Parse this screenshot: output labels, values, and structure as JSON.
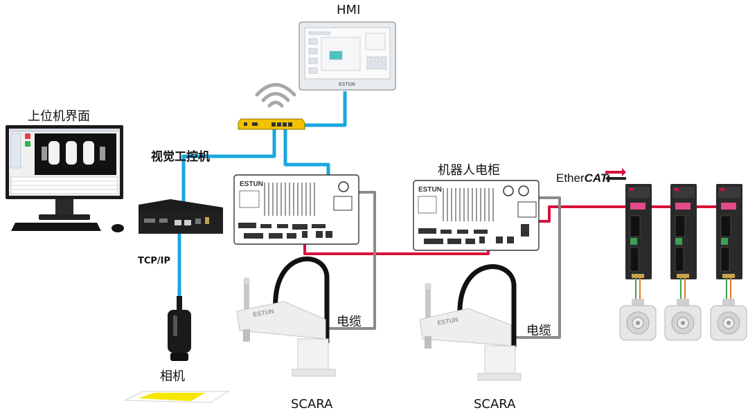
{
  "labels": {
    "hmi": "HMI",
    "host_ui": "上位机界面",
    "vision_ipc": "视觉工控机",
    "robot_cabinet": "机器人电柜",
    "ethercat_prefix": "Ether",
    "ethercat_suffix": "CAT.",
    "tcpip": "TCP/IP",
    "camera": "相机",
    "cable_1": "电缆",
    "cable_2": "电缆",
    "scara_1": "SCARA",
    "scara_2": "SCARA"
  },
  "brand": {
    "hmi_logo": "ESTUN",
    "cabinet_logo": "ESTUN",
    "robot_logo": "ESTUN"
  },
  "colors": {
    "ethernet": "#1aa6e0",
    "ethercat": "#d8113a",
    "power_cable": "#8a8a8a",
    "router": "#f2c200",
    "camera_target": "#f7e600"
  }
}
